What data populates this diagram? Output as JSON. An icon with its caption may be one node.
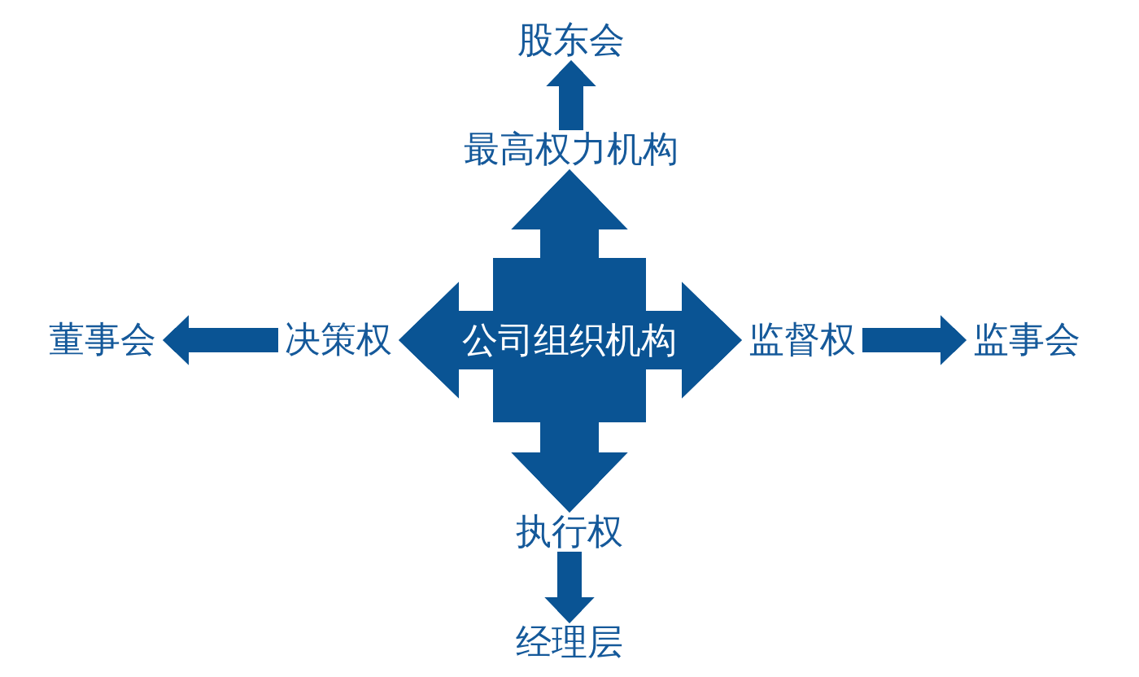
{
  "diagram": {
    "nodes": [
      {
        "text": [
          "股东会"
        ]
      },
      {
        "text": [
          "最高权力机构"
        ]
      },
      {
        "text": [
          "董事会"
        ]
      },
      {
        "text": [
          "决策权"
        ]
      },
      {
        "text": [
          "公司组织机构"
        ]
      },
      {
        "text": [
          "监督权"
        ]
      },
      {
        "text": [
          "监事会"
        ]
      },
      {
        "text": [
          "执行权"
        ]
      },
      {
        "text": [
          "经理层"
        ]
      }
    ],
    "edges": [
      {
        "from": 4,
        "to": 1,
        "arrow": "to",
        "style": "thick"
      },
      {
        "from": 1,
        "to": 0,
        "arrow": "to"
      },
      {
        "from": 4,
        "to": 3,
        "arrow": "to",
        "style": "thick"
      },
      {
        "from": 3,
        "to": 2,
        "arrow": "to"
      },
      {
        "from": 4,
        "to": 5,
        "arrow": "to",
        "style": "thick"
      },
      {
        "from": 5,
        "to": 6,
        "arrow": "to"
      },
      {
        "from": 4,
        "to": 7,
        "arrow": "to",
        "style": "thick"
      },
      {
        "from": 7,
        "to": 8,
        "arrow": "to"
      }
    ]
  }
}
